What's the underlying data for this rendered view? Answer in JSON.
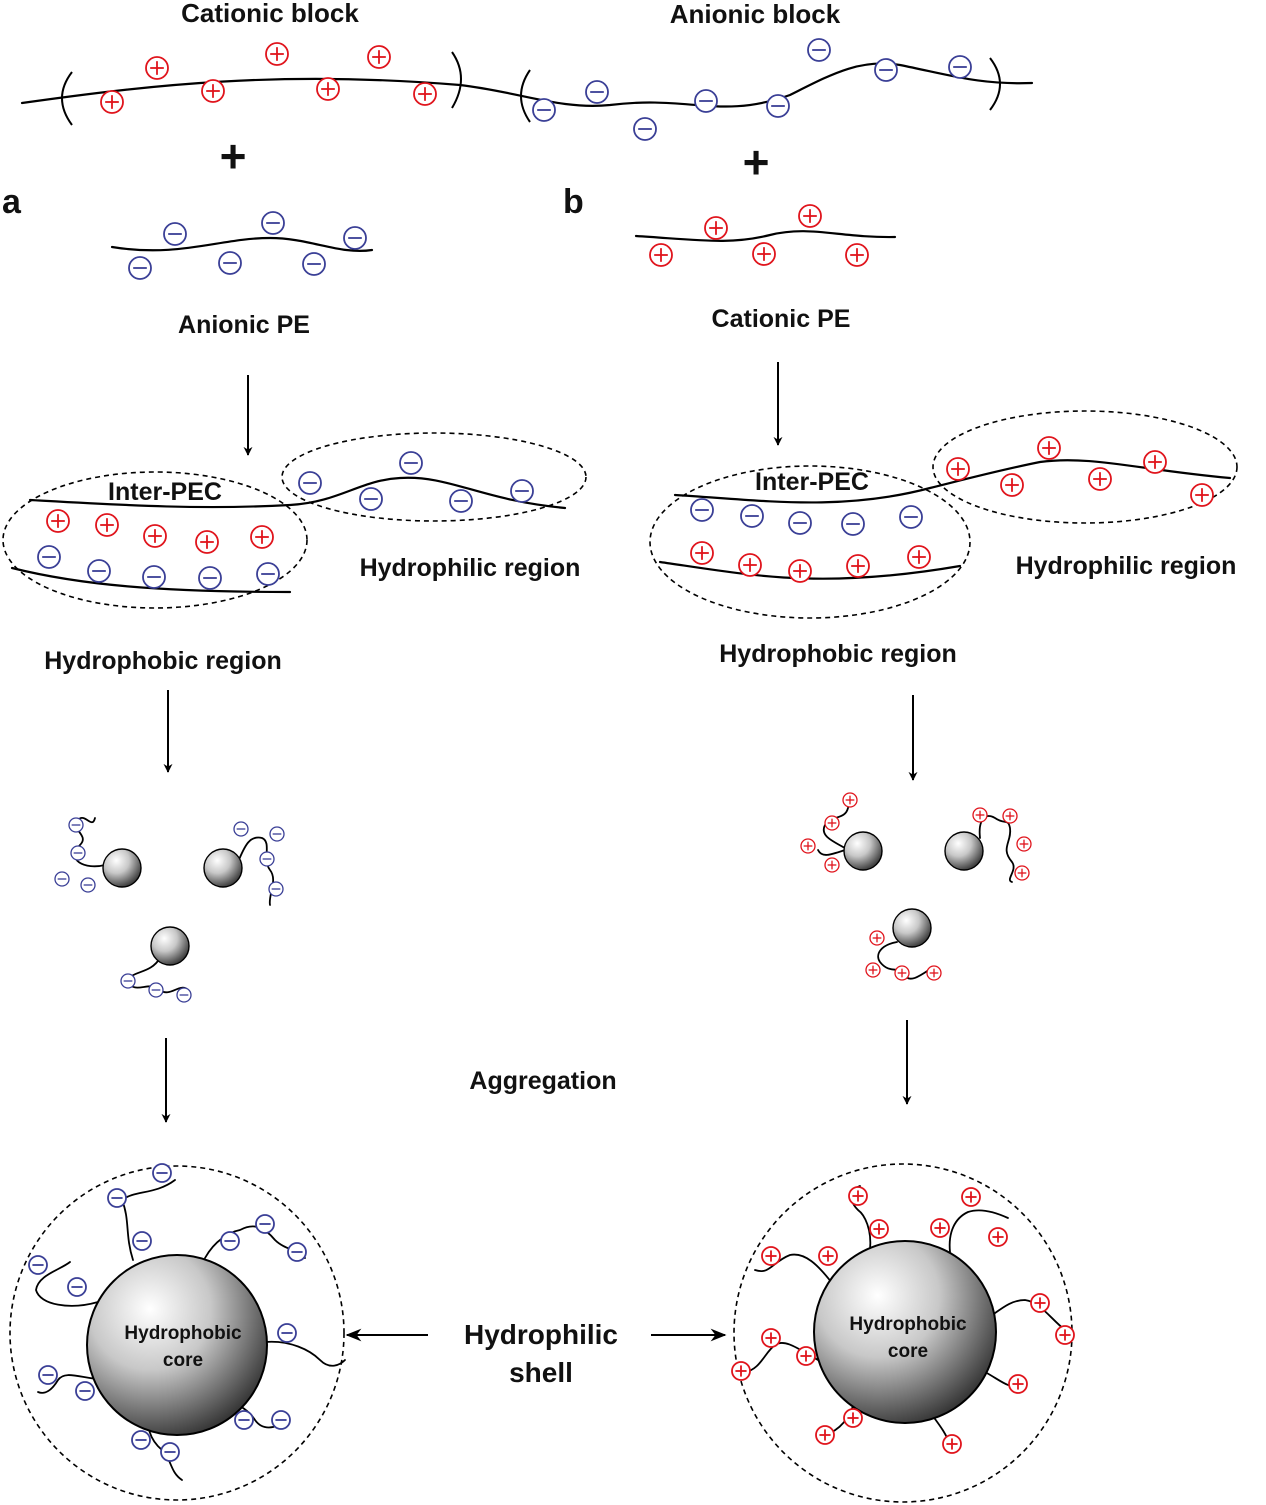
{
  "labels": {
    "cationic_block": "Cationic block",
    "anionic_block": "Anionic block",
    "panel_a": "a",
    "panel_b": "b",
    "plus_sign": "+",
    "anionic_pe": "Anionic PE",
    "cationic_pe": "Cationic PE",
    "inter_pec": "Inter-PEC",
    "hydrophilic_region": "Hydrophilic region",
    "hydrophobic_region": "Hydrophobic region",
    "aggregation": "Aggregation",
    "hydrophilic_shell_line1": "Hydrophilic",
    "hydrophilic_shell_line2": "shell",
    "core_line1": "Hydrophobic",
    "core_line2": "core"
  },
  "charges": {
    "positive": "+",
    "negative": "−"
  },
  "colors": {
    "cation": "#e0141c",
    "anion": "#3a3f96",
    "line": "#000000",
    "sphere_light": "#ffffff",
    "sphere_dark": "#333333"
  }
}
